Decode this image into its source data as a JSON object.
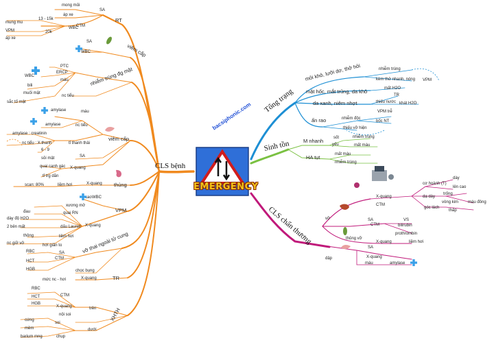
{
  "center": {
    "title": "EMERGENCY",
    "icon": "warning-triangle-icon"
  },
  "watermark": "bacsiphonic.com",
  "colors": {
    "left_branch": "#f08a1f",
    "blue_branch": "#1d8fd4",
    "green_branch": "#7ac142",
    "magenta_branch": "#c0197a",
    "cross": "#3aa0e8"
  },
  "left": {
    "title": "CLS bệnh",
    "rt": {
      "title": "RT",
      "mong_mui": "mong mủi",
      "ap_xe": "áp xe",
      "sa": "SA",
      "ctm": "CTM",
      "wbc": "WBC",
      "mung_mu": "mung mu",
      "range": "13 - 15k",
      "vpm": "VPM",
      "ap_xe2": "áp xe",
      "k20": "20k"
    },
    "viem_cap1": {
      "title": "viêm cấp",
      "sa": "SA",
      "wbc": "WBC"
    },
    "nhiem_trung": {
      "title": "nhiễm trùng đg mật",
      "ptc": "PTC",
      "ercp": "ERCP",
      "mau": "máu",
      "wbc": "WBC",
      "bili": "bili",
      "muoi_mat": "muối mật",
      "sac_to_mat": "sắc tố mật",
      "nuoc_tieu": "nc tiểu"
    },
    "viem_cap2": {
      "title": "viêm cấp",
      "amylase1": "amylase",
      "mau": "máu",
      "amylase2": "amylase",
      "nuoc_tieu": "nc tiểu",
      "amylase_creat": "amylase : creatinin",
      "nc_tieu_x": "nc tiểu : X.thanh",
      "ti_thanh_thai": "tỉ thanh thải",
      "range": "6 - 9",
      "soi_mat": "sỏi mật",
      "sa": "SA",
      "quai_canh_gac": "quai canh gác",
      "xquang": "X-quang",
      "ts_trg_dan": "tỉ trg dãn"
    },
    "thung": {
      "title": "thủng",
      "xquang": "X-quang",
      "liem_hoi": "liềm hơi",
      "pct": "scan: 80%"
    },
    "vpm": {
      "title": "VPM",
      "cao": "cao",
      "wbc": "WBC",
      "xuong_mo": "xương mở",
      "dau": "đau",
      "quai_rn": "quai RN",
      "day_do": "dày độ H2O",
      "dau_laurell": "dấu Laurell",
      "ben_mat": "2 bên mất",
      "xquang": "X-quang",
      "thong": "thông",
      "liem_hoi": "liềm hơi",
      "nc_giu_vo": "nc giữ vở",
      "hoi_gian_to": "hơi giãn to"
    },
    "vo_thai": {
      "title": "vỡ thai ngoài tử cung",
      "rbc": "RBC",
      "sa": "SA",
      "hct": "HCT",
      "ctm": "CTM",
      "hgb": "HGB",
      "chua_bung": "chọc bụng"
    },
    "tr": {
      "title": "TR",
      "muc_nc_hoi": "mức nc - hơi",
      "xquang": "X-quang"
    },
    "xhth": {
      "title": "XHTH",
      "rbc": "RBC",
      "hct": "HCT",
      "ctm": "CTM",
      "hgb": "HGB",
      "xquang": "X-quang",
      "tren": "trên",
      "noi_soi": "nội soi",
      "cung": "cứng",
      "soi": "soi",
      "mem": "mềm",
      "duoi": "dưới",
      "barium_mng": "barium mng",
      "chup": "chụp"
    }
  },
  "tong_trang": {
    "title": "Tổng trạng",
    "moi_kho": "môi khô, lưỡi dơ, thở hôi",
    "nhiem_trung": "nhiễm trùng",
    "kem_tho_nhanh": "kèm thở nhanh, nóng",
    "vpm": "VPM",
    "mat_hoc": "mặt hốc, mắt trũng, da khô",
    "mat_h2o": "mất H2O",
    "da_xanh": "da xanh, niêm nhợt",
    "tr": "TR",
    "thieu_nuoc": "thiếu nước",
    "khat_h2o": "khát H2O",
    "an_rao": "ấn rao",
    "nhiem_doc": "nhiễm độc",
    "vpm_tre": "VPM trễ",
    "boc_nt": "bốc NT",
    "thieu_vo": "thiếu vỡ hiện"
  },
  "sinh_ton": {
    "title": "Sinh tồn",
    "m_nhanh": "M nhanh",
    "yeu": "yếu",
    "sot": "sốt",
    "nhiem_trung": "nhiễm trùng",
    "mat_mau": "mất máu",
    "ha_tut": "HA tụt",
    "mat_mau2": "mất máu",
    "nhiem_trung2": "nhiễm trùng"
  },
  "chan_thuong": {
    "title": "CLS chấn thương",
    "vo": "vỡ",
    "xquang": "X-quang",
    "ctm": "CTM",
    "co_hoanh": "cơ hoành (T)",
    "day": "dày",
    "len_cao": "lên cao",
    "trong": "trống",
    "da_day": "dạ dày",
    "vong_kim": "vòng kim",
    "mau_dong": "máu đông",
    "goc_lach": "góc lách",
    "thap": "thấp",
    "sa": "SA",
    "vs": "VS",
    "ctm2": "CTM",
    "bilirubin": "bilirubin",
    "prothrombin": "prothrombin",
    "xquang2": "X-quang",
    "liem_hoi": "liềm hơi",
    "thung_vo": "thủng vỡ",
    "dap": "dập",
    "sa2": "SA",
    "xquang3": "X-quang",
    "mau": "máu",
    "amylase": "amylase"
  }
}
